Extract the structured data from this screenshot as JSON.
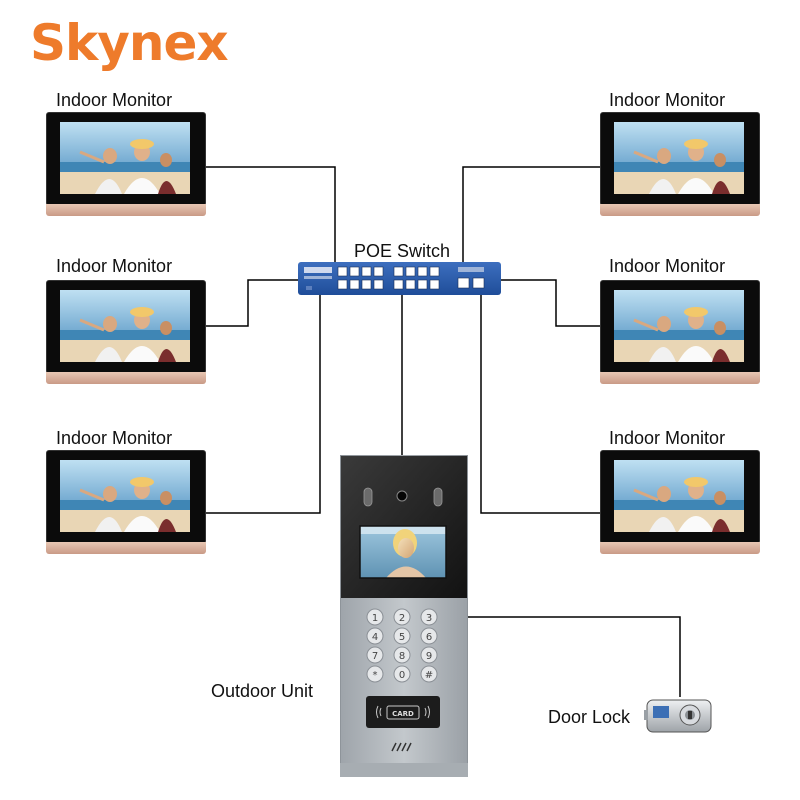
{
  "brand": {
    "name": "Skynex",
    "color": "#ee7b2b"
  },
  "labels": {
    "monitor_top_left": "Indoor Monitor",
    "monitor_mid_left": "Indoor Monitor",
    "monitor_bot_left": "Indoor Monitor",
    "monitor_top_right": "Indoor Monitor",
    "monitor_mid_right": "Indoor Monitor",
    "monitor_bot_right": "Indoor Monitor",
    "poe_switch": "POE Switch",
    "outdoor_unit": "Outdoor Unit",
    "door_lock": "Door Lock"
  },
  "outdoor_unit": {
    "keypad": [
      "1",
      "2",
      "3",
      "4",
      "5",
      "6",
      "7",
      "8",
      "9",
      "*",
      "0",
      "#"
    ],
    "card_label": "CARD"
  },
  "icons": {
    "monitor": "indoor-monitor-icon",
    "switch": "poe-switch-icon",
    "outdoor": "outdoor-unit-icon",
    "lock": "door-lock-icon"
  }
}
